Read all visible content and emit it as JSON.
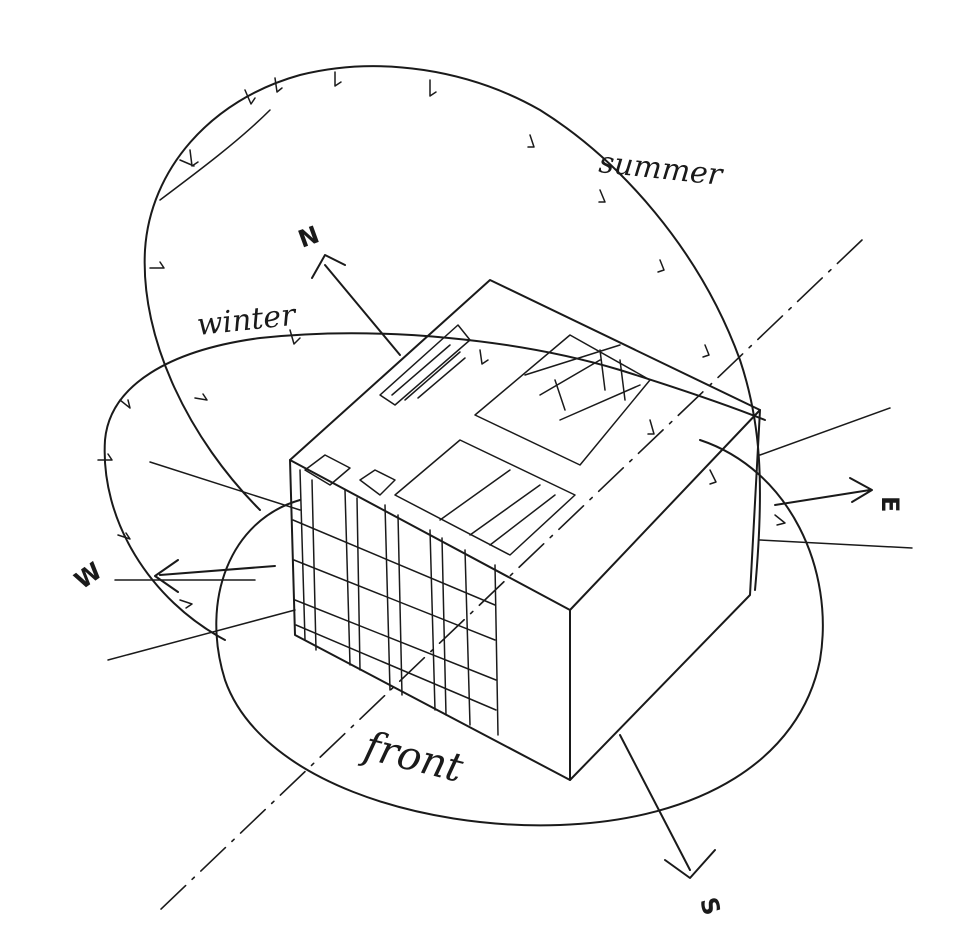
{
  "labels": {
    "summer": "summer",
    "winter": "winter",
    "front": "front",
    "north": "N",
    "south": "S",
    "east": "E",
    "west": "W"
  },
  "colors": {
    "ink": "#1a1a1a",
    "paper": "#ffffff"
  }
}
